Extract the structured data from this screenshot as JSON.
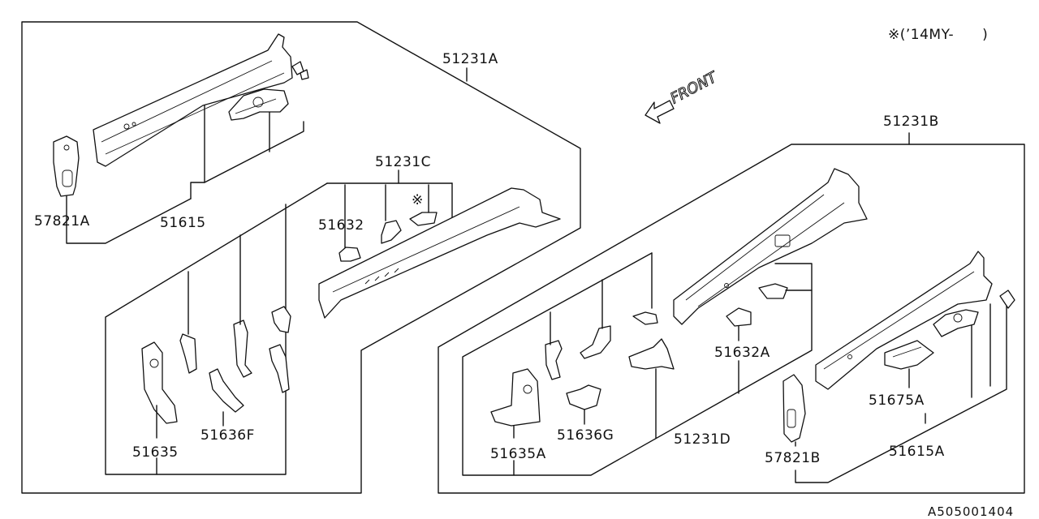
{
  "diagram": {
    "applicability": "※(’14MY-　　)",
    "ref_code": "A505001404",
    "direction_label": "FRONT",
    "asterisk_mark": "※",
    "labels": {
      "p51231A": "51231A",
      "p51231B": "51231B",
      "p51231C": "51231C",
      "p51231D": "51231D",
      "p51615": "51615",
      "p51615A": "51615A",
      "p51632": "51632",
      "p51632A": "51632A",
      "p51635": "51635",
      "p51635A": "51635A",
      "p51636F": "51636F",
      "p51636G": "51636G",
      "p51675A": "51675A",
      "p57821A": "57821A",
      "p57821B": "57821B"
    }
  }
}
